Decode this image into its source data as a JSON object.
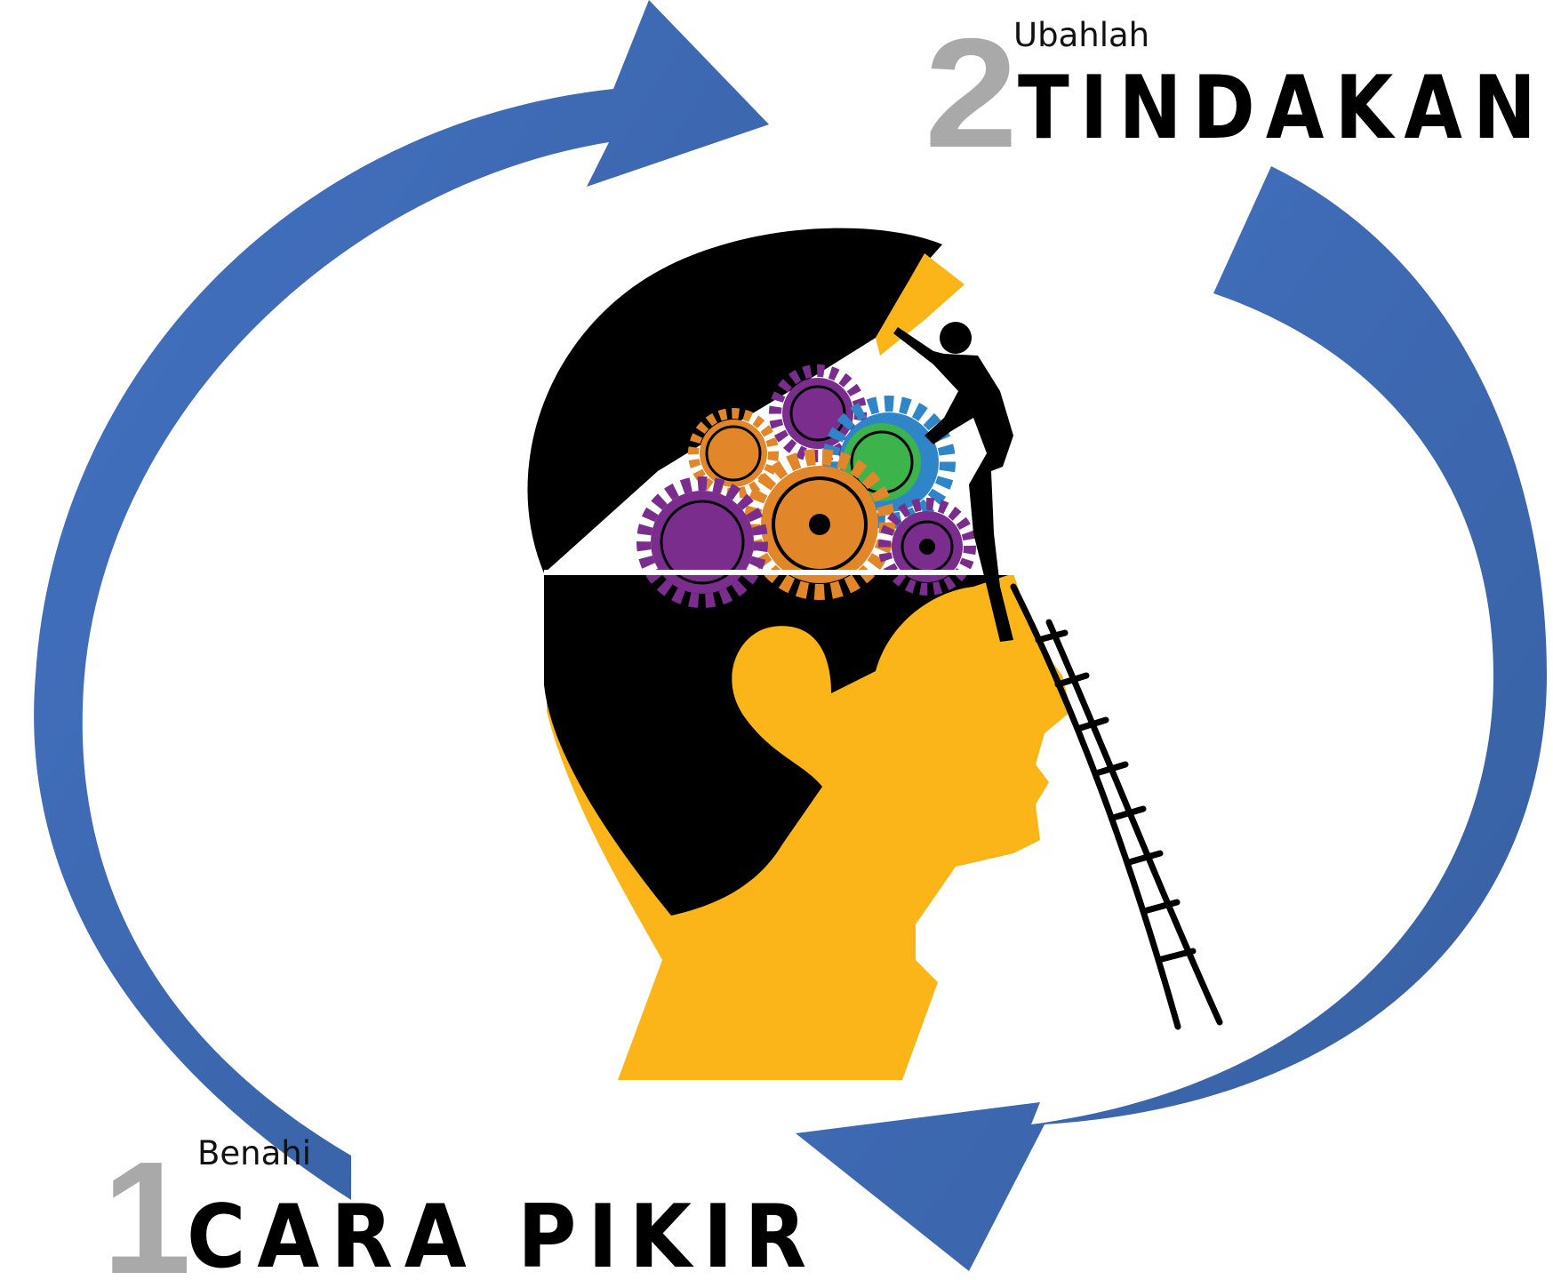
{
  "steps": [
    {
      "number": "1",
      "verb": "Benahi",
      "title": "CARA PIKIR"
    },
    {
      "number": "2",
      "verb": "Ubahlah",
      "title": "TINDAKAN"
    }
  ],
  "colors": {
    "arrow_blue": "#4472c4",
    "arrow_blue_dark": "#365f9e",
    "face_yellow": "#fbb519",
    "hair_black": "#000000",
    "gear_purple": "#7b2d8e",
    "gear_orange": "#e2862a",
    "gear_green": "#3cb44b",
    "gear_blue": "#2e86c9",
    "number_gray": "#a9a9a9"
  },
  "icons": [
    "cycle-arrow-icon",
    "head-silhouette-icon",
    "gear-icon",
    "climbing-man-icon",
    "ladder-icon"
  ]
}
